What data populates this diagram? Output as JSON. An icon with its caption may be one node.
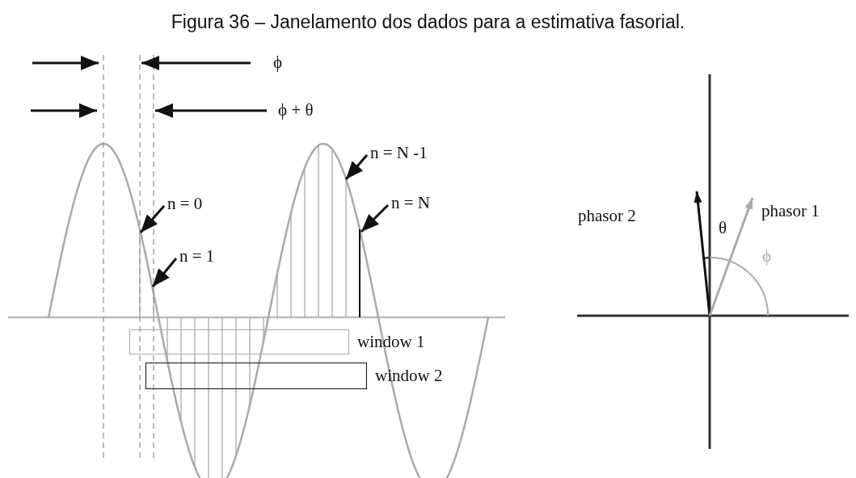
{
  "diagram": {
    "title": "Figura 36 – Janelamento dos dados para a estimativa fasorial.",
    "nodes": [
      {
        "text": [
          "n = N -1"
        ]
      },
      {
        "text": [
          "n = 0"
        ]
      },
      {
        "text": [
          "n = N"
        ]
      },
      {
        "text": [
          "n = 1"
        ]
      },
      {
        "text": [
          "window 1"
        ]
      },
      {
        "text": [
          "window 2"
        ]
      }
    ],
    "edges": [
      {
        "from": 0,
        "to": null,
        "arrow": "to"
      },
      {
        "from": 1,
        "to": null,
        "arrow": "to"
      },
      {
        "from": 2,
        "to": null,
        "arrow": "to"
      },
      {
        "from": 3,
        "to": null,
        "arrow": "to"
      }
    ],
    "labels": [
      "ϕ",
      "ϕ + θ",
      "phasor 2",
      "phasor 1",
      "θ",
      "ϕ"
    ]
  }
}
